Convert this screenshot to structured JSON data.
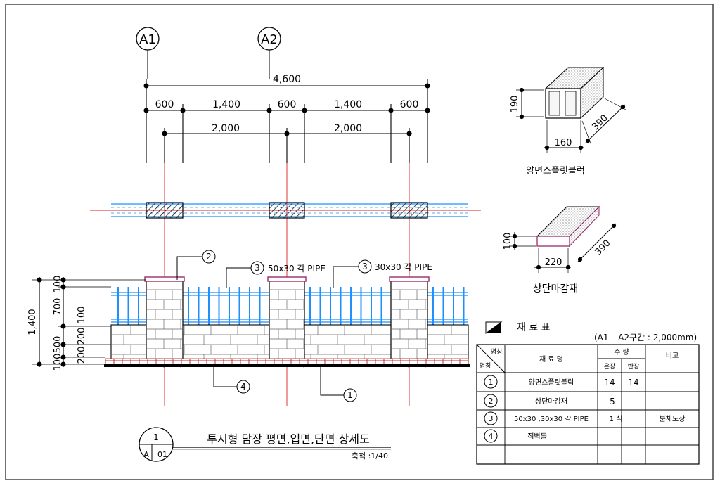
{
  "grid": {
    "a1": "A1",
    "a2": "A2"
  },
  "dimensions": {
    "overall": "4,600",
    "seg1": "600",
    "seg2": "1,400",
    "seg3": "600",
    "seg4": "1,400",
    "seg5": "600",
    "span1": "2,000",
    "span2": "2,000",
    "height_total": "1,400",
    "h_top": "100",
    "h_mid": "700",
    "h_mid2": "100",
    "h_low": "500",
    "h_bottom": "100",
    "h_base": "200",
    "h_base2": "200"
  },
  "callouts": {
    "c2": "2",
    "c3a": "3",
    "c3a_label": "50x30 각 PIPE",
    "c3b": "3",
    "c3b_label": "30x30 각 PIPE",
    "c4": "4",
    "c1": "1"
  },
  "blocks": {
    "split": {
      "h": "190",
      "w": "160",
      "l": "390",
      "name": "양면스플릿블럭"
    },
    "cap": {
      "h": "100",
      "w": "220",
      "l": "390",
      "name": "상단마감재"
    }
  },
  "material_table": {
    "title": "재   료   표",
    "note": "(A1 – A2구간 : 2,000mm)",
    "hdr_item_top": "명칭",
    "hdr_item_bottom": "명칭",
    "hdr_name": "재 료 명",
    "hdr_qty": "수  량",
    "hdr_qty_sub1": "온장",
    "hdr_qty_sub2": "반장",
    "hdr_note": "비고",
    "rows": [
      {
        "no": "1",
        "name": "양면스플릿블럭",
        "q1": "14",
        "q2": "14",
        "note": ""
      },
      {
        "no": "2",
        "name": "상단마감재",
        "q1": "5",
        "q2": "",
        "note": ""
      },
      {
        "no": "3",
        "name": "50x30 ,30x30 각 PIPE",
        "q1": "1 식",
        "q2": "",
        "note": "분체도장"
      },
      {
        "no": "4",
        "name": "적벽돌",
        "q1": "",
        "q2": "",
        "note": ""
      }
    ]
  },
  "titleblock": {
    "number": "1",
    "sheet_a": "A",
    "sheet_no": "01",
    "title": "투시형 담장 평면,입면,단면 상세도",
    "scale": "축척 :1/40"
  },
  "colors": {
    "line": "#000000",
    "axis": "#e02020",
    "pipe": "#1e90ff",
    "cap": "#9c2a6a",
    "base": "#c0302a"
  }
}
